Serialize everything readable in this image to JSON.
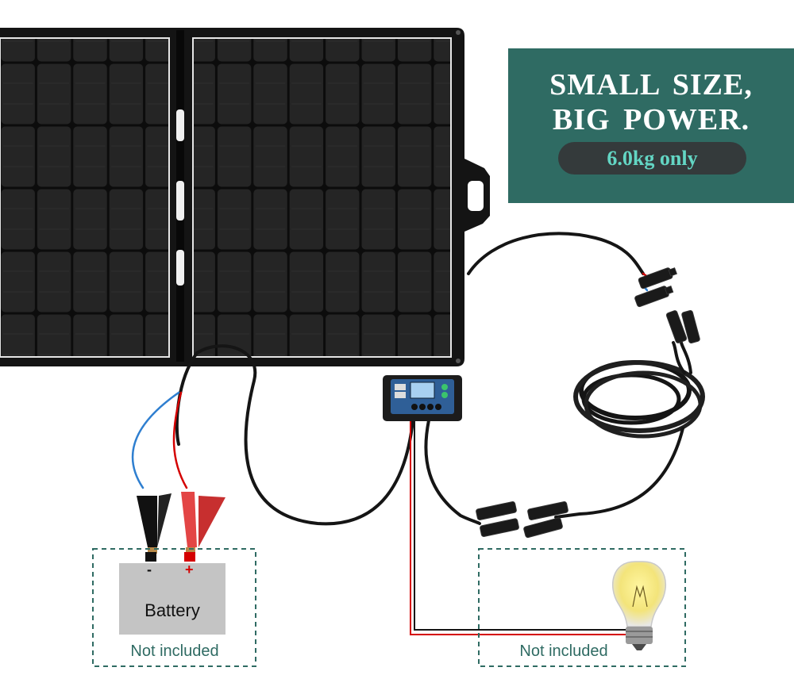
{
  "promo": {
    "line1": "SMALL SIZE,",
    "line2": "BIG POWER.",
    "weight_badge": "6.0kg only"
  },
  "battery": {
    "label": "Battery",
    "minus": "-",
    "plus": "+"
  },
  "notes": {
    "battery_box": "Not included",
    "bulb_box": "Not included"
  },
  "colors": {
    "promo_bg": "#2f6b63",
    "badge_bg": "#343a3b",
    "badge_text": "#63d6c4",
    "dashed_border": "#2f6b63",
    "wire_red": "#d40000",
    "wire_blue": "#2f7fd0"
  },
  "icons": [
    "solar-panel-icon",
    "charge-controller-icon",
    "alligator-clip-icon",
    "mc4-connector-icon",
    "cable-coil-icon",
    "light-bulb-icon"
  ]
}
